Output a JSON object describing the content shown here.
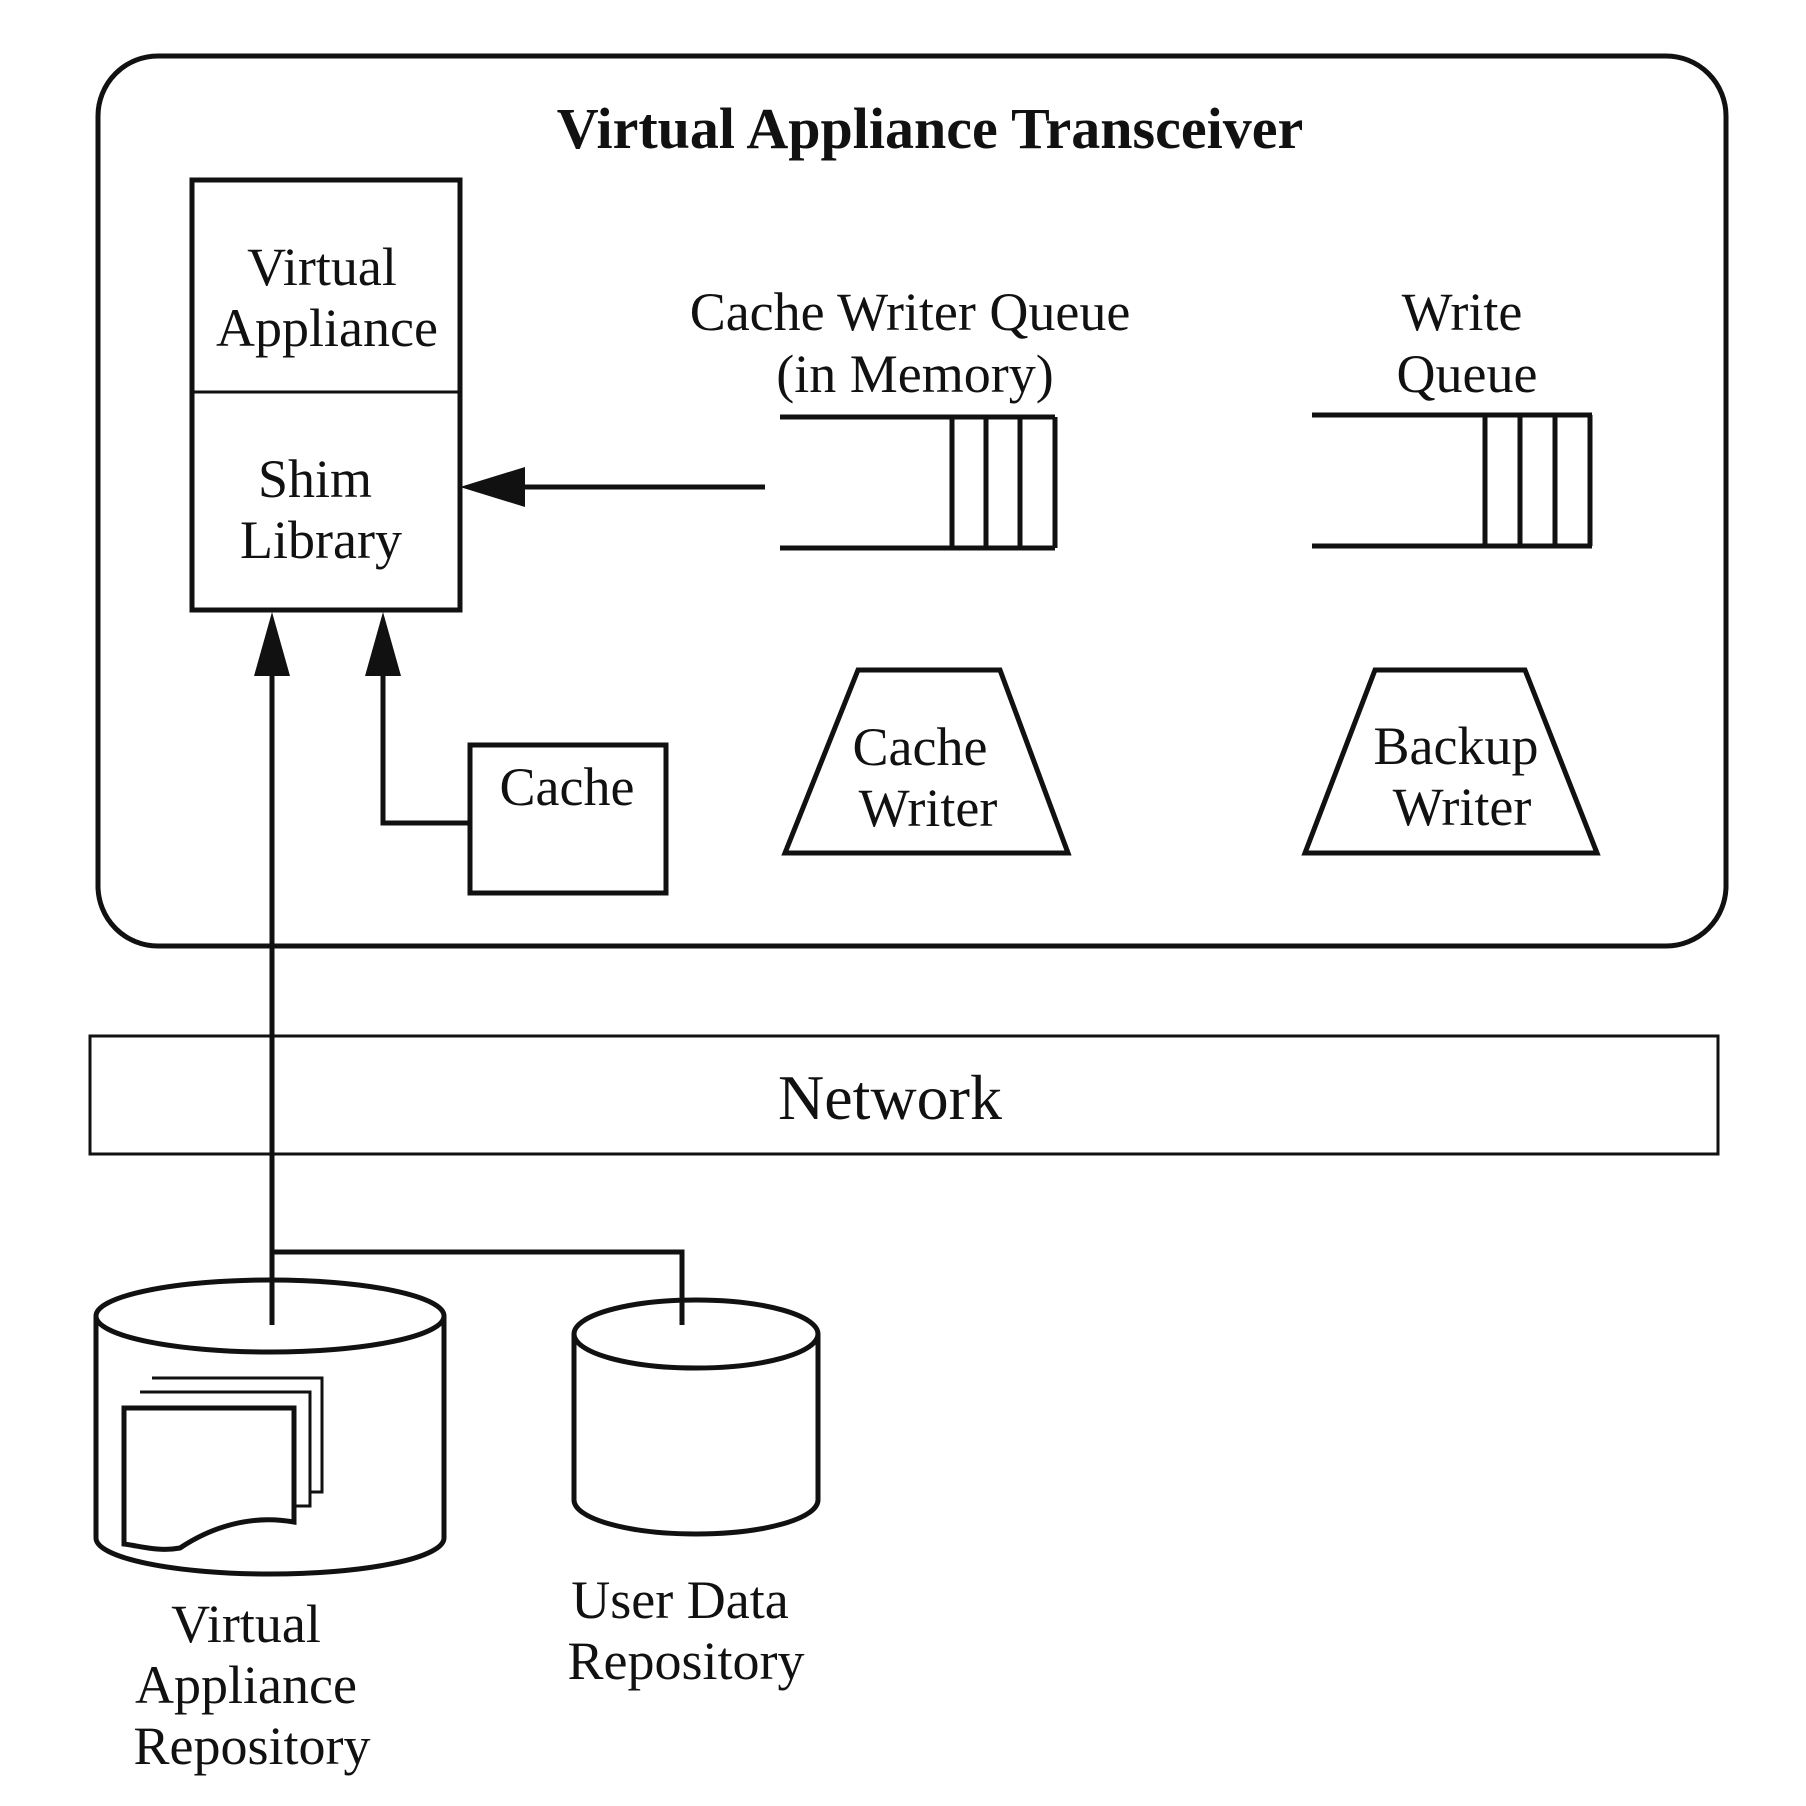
{
  "transceiver": {
    "title": "Virtual Appliance Transceiver"
  },
  "appliance_stack": {
    "virtual_appliance": [
      "Virtual",
      "Appliance"
    ],
    "shim_library": [
      "Shim",
      "Library"
    ]
  },
  "cache_writer_queue": {
    "label": [
      "Cache Writer Queue",
      "(in Memory)"
    ]
  },
  "write_queue": {
    "label": [
      "Write",
      "Queue"
    ]
  },
  "cache": {
    "label": "Cache"
  },
  "cache_writer": {
    "label": [
      "Cache",
      "Writer"
    ]
  },
  "backup_writer": {
    "label": [
      "Backup",
      "Writer"
    ]
  },
  "network": {
    "label": "Network"
  },
  "va_repository": {
    "label": [
      "Virtual",
      "Appliance",
      "Repository"
    ]
  },
  "user_data_repository": {
    "label": [
      "User Data",
      "Repository"
    ]
  }
}
